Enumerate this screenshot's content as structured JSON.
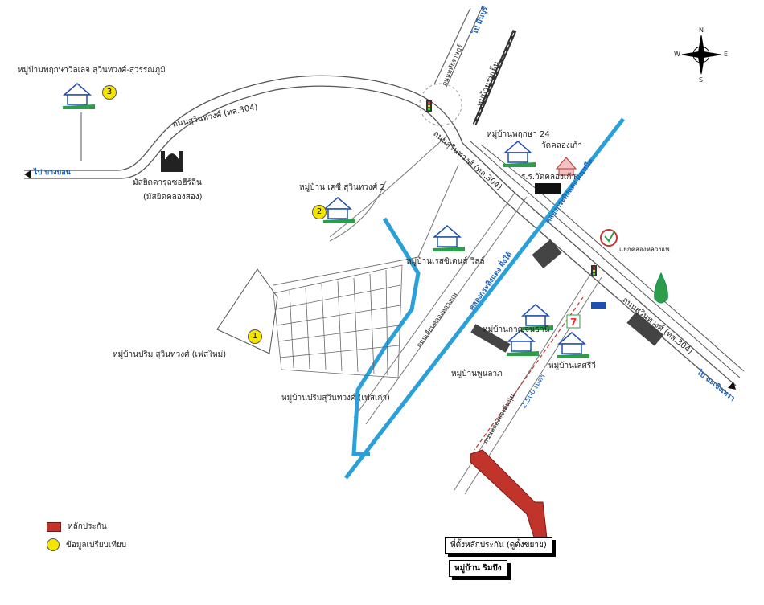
{
  "places": {
    "village_1": "หมู่บ้านพฤกษาวิลเลจ สุวินทวงศ์-สุวรรณภูมิ",
    "village_2": "หมู่บ้าน เคซี สุวินทวงศ์ 2",
    "village_pruksa24": "หมู่บ้านพฤกษา 24",
    "village_residence": "หมู่บ้านเรสซิเดนส์ วิลล์",
    "village_prim_new": "หมู่บ้านปริม สุวินทวงศ์ (เฟสใหม่)",
    "village_prim_old": "หมู่บ้านปริมสุวินทวงศ์ (เฟสเก่า)",
    "village_kaya": "หมู่บ้านกาญจนธานี",
    "village_punsab": "หมู่บ้านพูนลาภ",
    "village_lettree": "หมู่บ้านเลศรีวี",
    "mosque": "มัสยิดดารุลซอฮีร์ลีน",
    "mosque_alt": "(มัสยิดคลองสอง)",
    "temple": "วัดคลองเก้า",
    "school": "ร.ร.วัดคลองเก้า",
    "canal_sign": "แยกคลองหลวงแพ",
    "wat_label": "วัดคลองเก้า"
  },
  "roads": {
    "main_west": "ถนนสุวินทวงศ์ (ทล.304)",
    "main_mid": "ถนนสุวินทวงศ์ (ทล.304)",
    "main_east": "ถนนสุวินทวงศ์ (ทล.304)",
    "north_road": "หมู่บ้านร่มเย็น",
    "north_road2": "ถนนหทัยราษฎร์",
    "canal_road": "ถนนเลียบคลองหลวงแพ",
    "south_road": "ถนนคลองสองต้นนุ่น",
    "canal_name": "คลองกระทิงแดง ฝั่งเหนือ",
    "canal_name2": "คลองกระทิงแดง ฝั่งใต้"
  },
  "directions": {
    "to_west": "ไป บางบอน",
    "to_north": "ไป มีนบุรี",
    "to_east": "ไป ฉะเชิงเทรา"
  },
  "markers": {
    "m1": "1",
    "m2": "2",
    "m3": "3"
  },
  "distance": "2,500 เมตร",
  "collateral": {
    "site_label": "ที่ตั้งหลักประกัน (ดูตั้งขยาย)",
    "village_label": "หมู่บ้าน ริมบึง"
  },
  "legend": {
    "collateral": "หลักประกัน",
    "comparable": "ข้อมูลเปรียบเทียบ"
  },
  "compass": {
    "n": "N",
    "s": "S",
    "e": "E",
    "w": "W"
  },
  "colors": {
    "canal": "#2aa0d8",
    "collateral": "#c0342c",
    "marker": "#f5e600",
    "house": "#1f4fb0",
    "grass": "#2e9d4a"
  }
}
